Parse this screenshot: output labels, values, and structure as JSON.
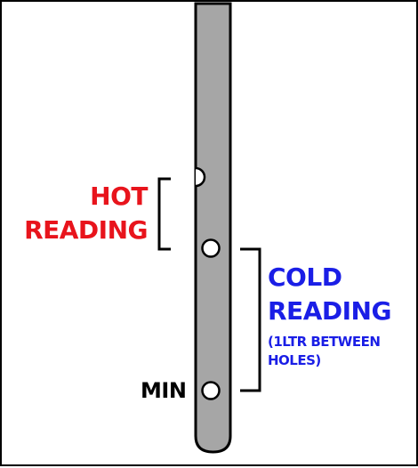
{
  "labels": {
    "hot_line1": "HOT",
    "hot_line2": "READING",
    "cold_line1": "COLD",
    "cold_line2": "READING",
    "cold_note_line1": "(1LTR BETWEEN",
    "cold_note_line2": "HOLES)",
    "min": "MIN"
  },
  "colors": {
    "hot": "#e8141c",
    "cold": "#1a1ee6",
    "dipstick_fill": "#a6a6a6",
    "outline": "#000000"
  }
}
